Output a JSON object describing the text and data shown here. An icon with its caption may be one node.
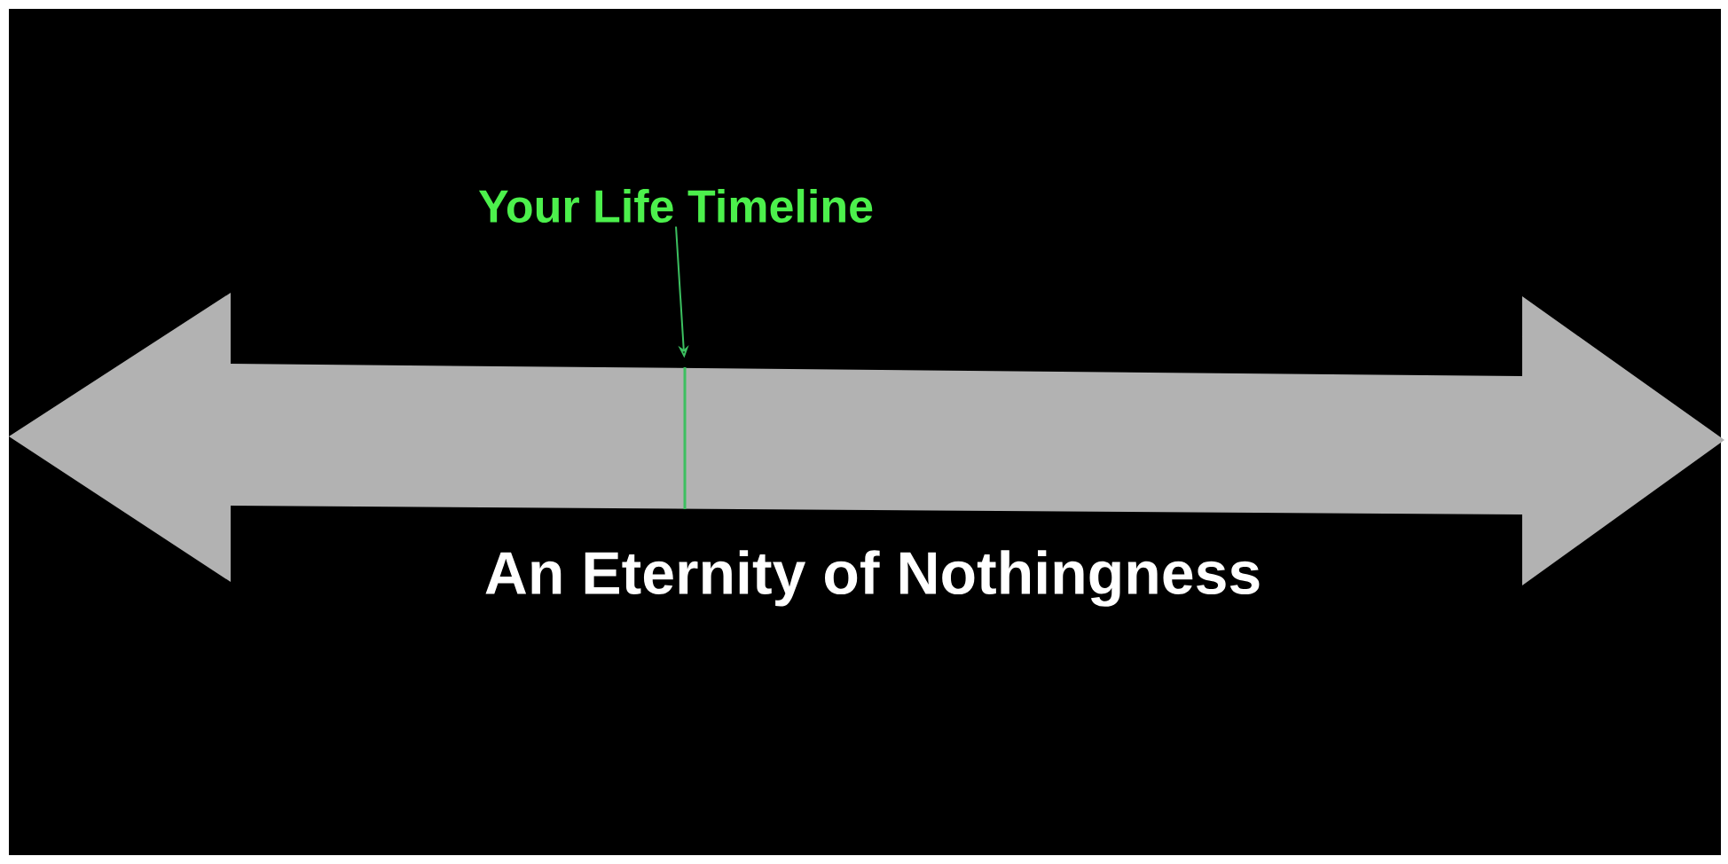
{
  "diagram": {
    "nodes": [
      {
        "text": [
          "Your Life Timeline"
        ]
      },
      {
        "text": [],
        "shape": "bar"
      }
    ],
    "edges": [
      {
        "from": 0,
        "to": 1,
        "arrow": "to"
      }
    ],
    "labels": [
      "An Eternity of Nothingness"
    ]
  }
}
